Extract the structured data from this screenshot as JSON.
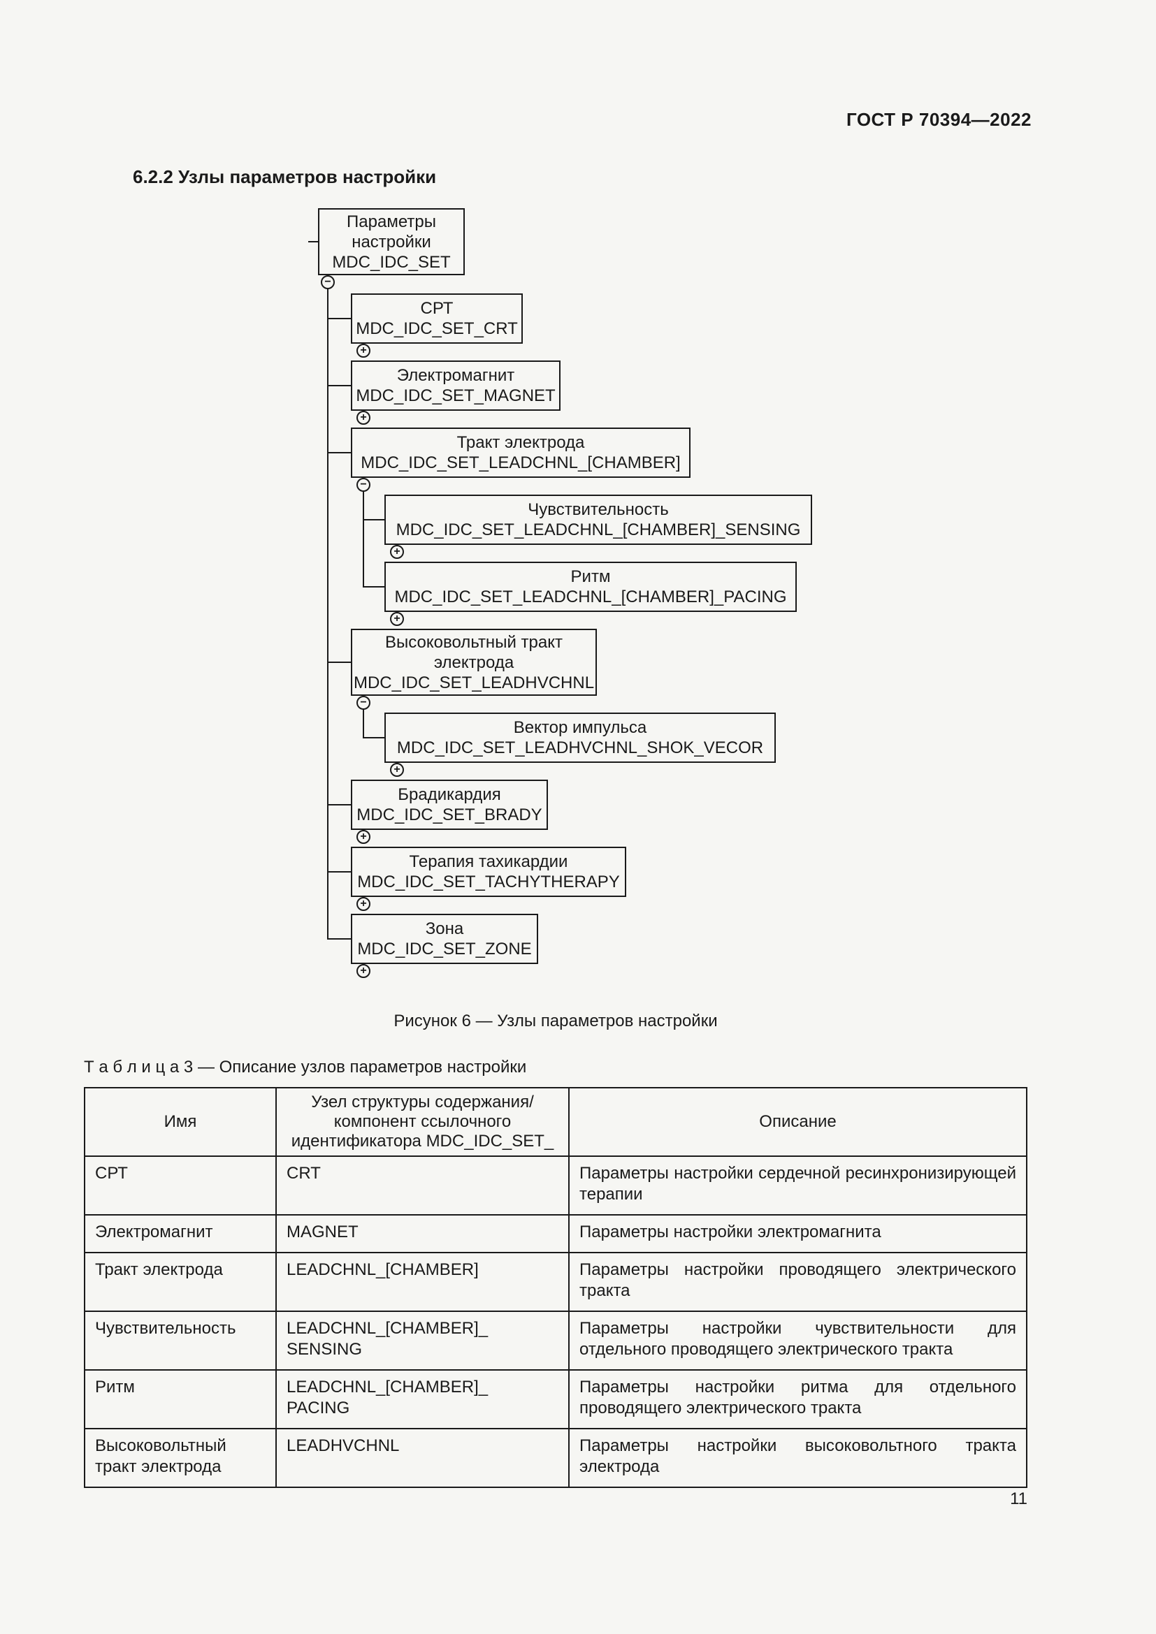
{
  "page": {
    "doc_ref": "ГОСТ Р 70394—2022",
    "section_heading": "6.2.2 Узлы параметров настройки",
    "figure_caption": "Рисунок 6 — Узлы параметров настройки",
    "page_number": "11"
  },
  "tree": {
    "icons": {
      "collapse": "−",
      "expand": "+"
    },
    "root": {
      "title": "Параметры настройки",
      "code": "MDC_IDC_SET"
    },
    "nodes": {
      "crt": {
        "title": "СРТ",
        "code": "MDC_IDC_SET_CRT"
      },
      "magnet": {
        "title": "Электромагнит",
        "code": "MDC_IDC_SET_MAGNET"
      },
      "leadchnl": {
        "title": "Тракт электрода",
        "code": "MDC_IDC_SET_LEADCHNL_[CHAMBER]"
      },
      "sensing": {
        "title": "Чувствительность",
        "code": "MDC_IDC_SET_LEADCHNL_[CHAMBER]_SENSING"
      },
      "pacing": {
        "title": "Ритм",
        "code": "MDC_IDC_SET_LEADCHNL_[CHAMBER]_PACING"
      },
      "leadhvchnl": {
        "title": "Высоковольтный тракт электрода",
        "code": "MDC_IDC_SET_LEADHVCHNL"
      },
      "shok_vecor": {
        "title": "Вектор импульса",
        "code": "MDC_IDC_SET_LEADHVCHNL_SHOK_VECOR"
      },
      "brady": {
        "title": "Брадикардия",
        "code": "MDC_IDC_SET_BRADY"
      },
      "tachytherapy": {
        "title": "Терапия тахикардии",
        "code": "MDC_IDC_SET_TACHYTHERAPY"
      },
      "zone": {
        "title": "Зона",
        "code": "MDC_IDC_SET_ZONE"
      }
    }
  },
  "table": {
    "caption": "Т а б л и ц а  3 — Описание узлов параметров настройки",
    "headers": {
      "name": "Имя",
      "node": "Узел структуры содержания/\nкомпонент ссылочного\nидентификатора MDC_IDC_SET_",
      "description": "Описание"
    },
    "rows": [
      {
        "name": "СРТ",
        "node": "CRT",
        "description": "Параметры настройки сердечной ресинхронизирующей терапии"
      },
      {
        "name": "Электромагнит",
        "node": "MAGNET",
        "description": "Параметры настройки электромагнита"
      },
      {
        "name": "Тракт электрода",
        "node": "LEADCHNL_[CHAMBER]",
        "description": "Параметры настройки проводящего электрического тракта"
      },
      {
        "name": "Чувствительность",
        "node": "LEADCHNL_[CHAMBER]_\nSENSING",
        "description": "Параметры настройки чувствительности для отдельного проводящего электрического тракта"
      },
      {
        "name": "Ритм",
        "node": "LEADCHNL_[CHAMBER]_\nPACING",
        "description": "Параметры настройки ритма для отдельного проводящего электрического тракта"
      },
      {
        "name": "Высоковольтный тракт электрода",
        "node": "LEADHVCHNL",
        "description": "Параметры настройки высоковольтного тракта электрода"
      }
    ]
  }
}
